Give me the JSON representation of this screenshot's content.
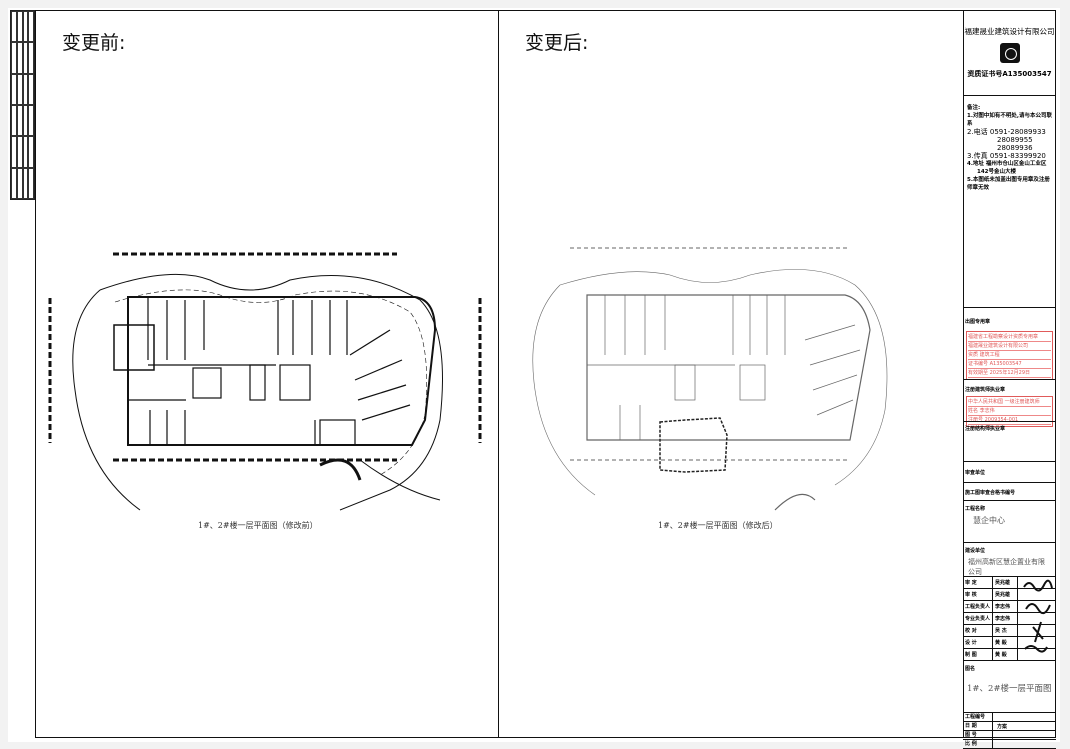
{
  "left_panel": {
    "heading": "变更前:",
    "caption": "1#、2#楼一层平面图（修改前）"
  },
  "right_panel": {
    "heading": "变更后:",
    "caption": "1#、2#楼一层平面图（修改后）"
  },
  "title_block": {
    "company": "福建晟业建筑设计有限公司",
    "cert_no": "资质证书号A135003547",
    "notes_title": "备注:",
    "notes": [
      "1.对图中如有不明处,请与本公司联系",
      "2.电话 0591-28089933",
      "28089955",
      "28089936",
      "3.传真 0591-83399920",
      "4.地址 福州市仓山区金山工业区",
      "142号金山大楼",
      "5.本图纸未加盖出图专用章及注册师章无效"
    ],
    "stamp1_label": "出图专用章",
    "stamp1_lines": [
      "福建省工程勘察设计资质专用章",
      "福建晟业建筑设计有限公司",
      "资质 建筑工程",
      "证书编号 A135003547",
      "有效期至 2025年12月29日"
    ],
    "stamp2_label": "注册建筑师执业章",
    "stamp2_lines": [
      "中华人民共和国 一级注册建筑师",
      "姓名 李志伟",
      "注册号 2009354-001"
    ],
    "stamp3_label": "注册结构师执业章",
    "review_unit": "审查单位",
    "review_cert": "施工图审查合格书编号",
    "project_label": "工程名称",
    "project_name": "慧企中心",
    "client_label": "建设单位",
    "client_name": "福州高新区慧企置业有限公司",
    "signatures": [
      {
        "role": "审 定",
        "name": "吴兆雄"
      },
      {
        "role": "审 核",
        "name": "吴兆雄"
      },
      {
        "role": "工程负责人",
        "name": "李志伟"
      },
      {
        "role": "专业负责人",
        "name": "李志伟"
      },
      {
        "role": "校 对",
        "name": "吴 杰"
      },
      {
        "role": "设 计",
        "name": "黄 毅"
      },
      {
        "role": "制 图",
        "name": "黄 毅"
      }
    ],
    "drawing_label": "图名",
    "drawing_name": "1#、2#楼一层平面图",
    "bottom_rows": [
      {
        "label": "工程编号",
        "value": ""
      },
      {
        "label": "日 期",
        "value": "方案"
      },
      {
        "label": "图 号",
        "value": ""
      },
      {
        "label": "比 例",
        "value": ""
      }
    ]
  }
}
